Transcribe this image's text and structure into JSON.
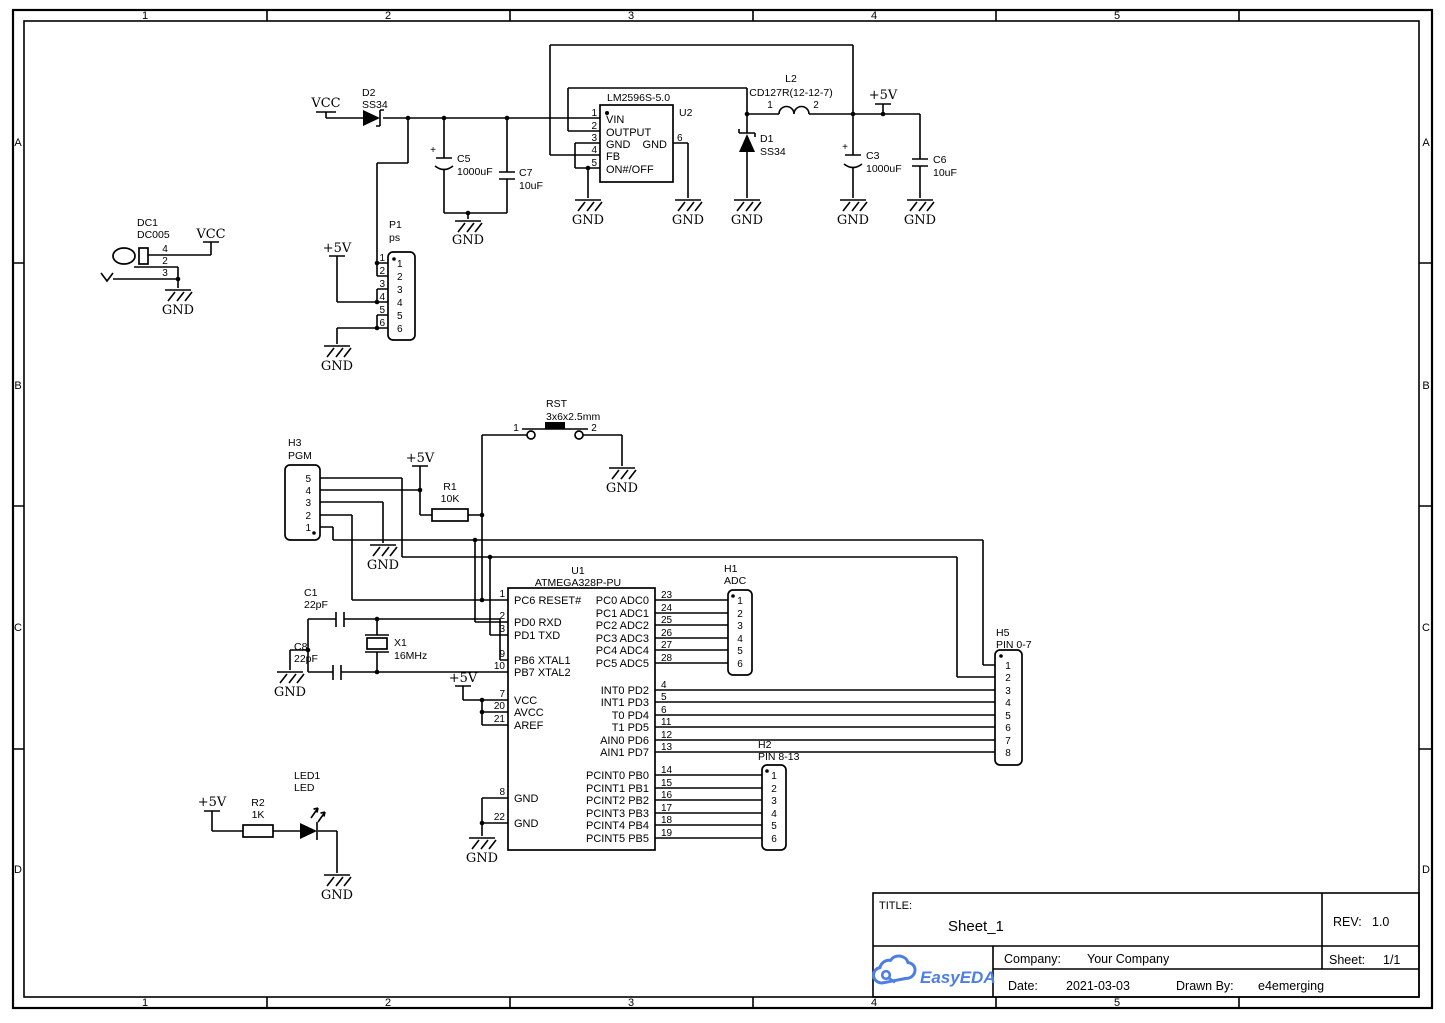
{
  "nets": {
    "vcc": "VCC",
    "p5v": "+5V",
    "gnd": "GND"
  },
  "border": {
    "cols": [
      "1",
      "2",
      "3",
      "4",
      "5"
    ],
    "rows": [
      "A",
      "B",
      "C",
      "D"
    ]
  },
  "components": {
    "dc1": {
      "ref": "DC1",
      "value": "DC005",
      "pins": [
        "4",
        "2",
        "3"
      ]
    },
    "d2": {
      "ref": "D2",
      "value": "SS34"
    },
    "c5": {
      "ref": "C5",
      "value": "1000uF",
      "plus": "+"
    },
    "c7": {
      "ref": "C7",
      "value": "10uF"
    },
    "u2": {
      "ref": "U2",
      "value": "LM2596S-5.0",
      "pins": [
        {
          "n": "1",
          "t": "VIN"
        },
        {
          "n": "2",
          "t": "OUTPUT"
        },
        {
          "n": "3",
          "t": "GND"
        },
        {
          "n": "4",
          "t": "FB"
        },
        {
          "n": "5",
          "t": "ON#/OFF"
        }
      ],
      "pin6_n": "6",
      "pin6_t": "GND"
    },
    "l2": {
      "ref": "L2",
      "value": "CD127R(12-12-7)",
      "p1": "1",
      "p2": "2"
    },
    "d1": {
      "ref": "D1",
      "value": "SS34"
    },
    "c3": {
      "ref": "C3",
      "value": "1000uF",
      "plus": "+"
    },
    "c6": {
      "ref": "C6",
      "value": "10uF"
    },
    "p1": {
      "ref": "P1",
      "value": "ps",
      "pins": [
        "1",
        "2",
        "3",
        "4",
        "5",
        "6"
      ]
    },
    "h3": {
      "ref": "H3",
      "value": "PGM",
      "pins": [
        "5",
        "4",
        "3",
        "2",
        "1"
      ]
    },
    "r1": {
      "ref": "R1",
      "value": "10K"
    },
    "rst": {
      "ref": "RST",
      "value": "3x6x2.5mm",
      "p1": "1",
      "p2": "2"
    },
    "c1": {
      "ref": "C1",
      "value": "22pF"
    },
    "c8": {
      "ref": "C8",
      "value": "22pF"
    },
    "x1": {
      "ref": "X1",
      "value": "16MHz"
    },
    "u1": {
      "ref": "U1",
      "value": "ATMEGA328P-PU",
      "left": [
        {
          "n": "1",
          "t": "PC6 RESET#"
        },
        {
          "n": "2",
          "t": "PD0 RXD"
        },
        {
          "n": "3",
          "t": "PD1 TXD"
        },
        {
          "n": "9",
          "t": "PB6 XTAL1"
        },
        {
          "n": "10",
          "t": "PB7 XTAL2"
        },
        {
          "n": "7",
          "t": "VCC"
        },
        {
          "n": "20",
          "t": "AVCC"
        },
        {
          "n": "21",
          "t": "AREF"
        },
        {
          "n": "8",
          "t": "GND"
        },
        {
          "n": "22",
          "t": "GND"
        }
      ],
      "right": [
        {
          "n": "23",
          "t": "PC0 ADC0"
        },
        {
          "n": "24",
          "t": "PC1 ADC1"
        },
        {
          "n": "25",
          "t": "PC2 ADC2"
        },
        {
          "n": "26",
          "t": "PC3 ADC3"
        },
        {
          "n": "27",
          "t": "PC4 ADC4"
        },
        {
          "n": "28",
          "t": "PC5 ADC5"
        },
        {
          "n": "4",
          "t": "INT0 PD2"
        },
        {
          "n": "5",
          "t": "INT1 PD3"
        },
        {
          "n": "6",
          "t": "T0 PD4"
        },
        {
          "n": "11",
          "t": "T1 PD5"
        },
        {
          "n": "12",
          "t": "AIN0 PD6"
        },
        {
          "n": "13",
          "t": "AIN1 PD7"
        },
        {
          "n": "14",
          "t": "PCINT0 PB0"
        },
        {
          "n": "15",
          "t": "PCINT1 PB1"
        },
        {
          "n": "16",
          "t": "PCINT2 PB2"
        },
        {
          "n": "17",
          "t": "PCINT3 PB3"
        },
        {
          "n": "18",
          "t": "PCINT4 PB4"
        },
        {
          "n": "19",
          "t": "PCINT5 PB5"
        }
      ]
    },
    "h1": {
      "ref": "H1",
      "value": "ADC",
      "pins": [
        "1",
        "2",
        "3",
        "4",
        "5",
        "6"
      ]
    },
    "h2": {
      "ref": "H2",
      "value": "PIN 8-13",
      "pins": [
        "1",
        "2",
        "3",
        "4",
        "5",
        "6"
      ]
    },
    "h5": {
      "ref": "H5",
      "value": "PIN 0-7",
      "pins": [
        "1",
        "2",
        "3",
        "4",
        "5",
        "6",
        "7",
        "8"
      ]
    },
    "led1": {
      "ref": "LED1",
      "value": "LED"
    },
    "r2": {
      "ref": "R2",
      "value": "1K"
    }
  },
  "title_block": {
    "title_label": "TITLE:",
    "title": "Sheet_1",
    "rev_label": "REV:",
    "rev": "1.0",
    "company_label": "Company:",
    "company": "Your Company",
    "sheet_label": "Sheet:",
    "sheet": "1/1",
    "date_label": "Date:",
    "date": "2021-03-03",
    "drawn_label": "Drawn By:",
    "drawn_by": "e4emerging",
    "logo": "EasyEDA",
    "logo_color": "#4d7ee3"
  }
}
